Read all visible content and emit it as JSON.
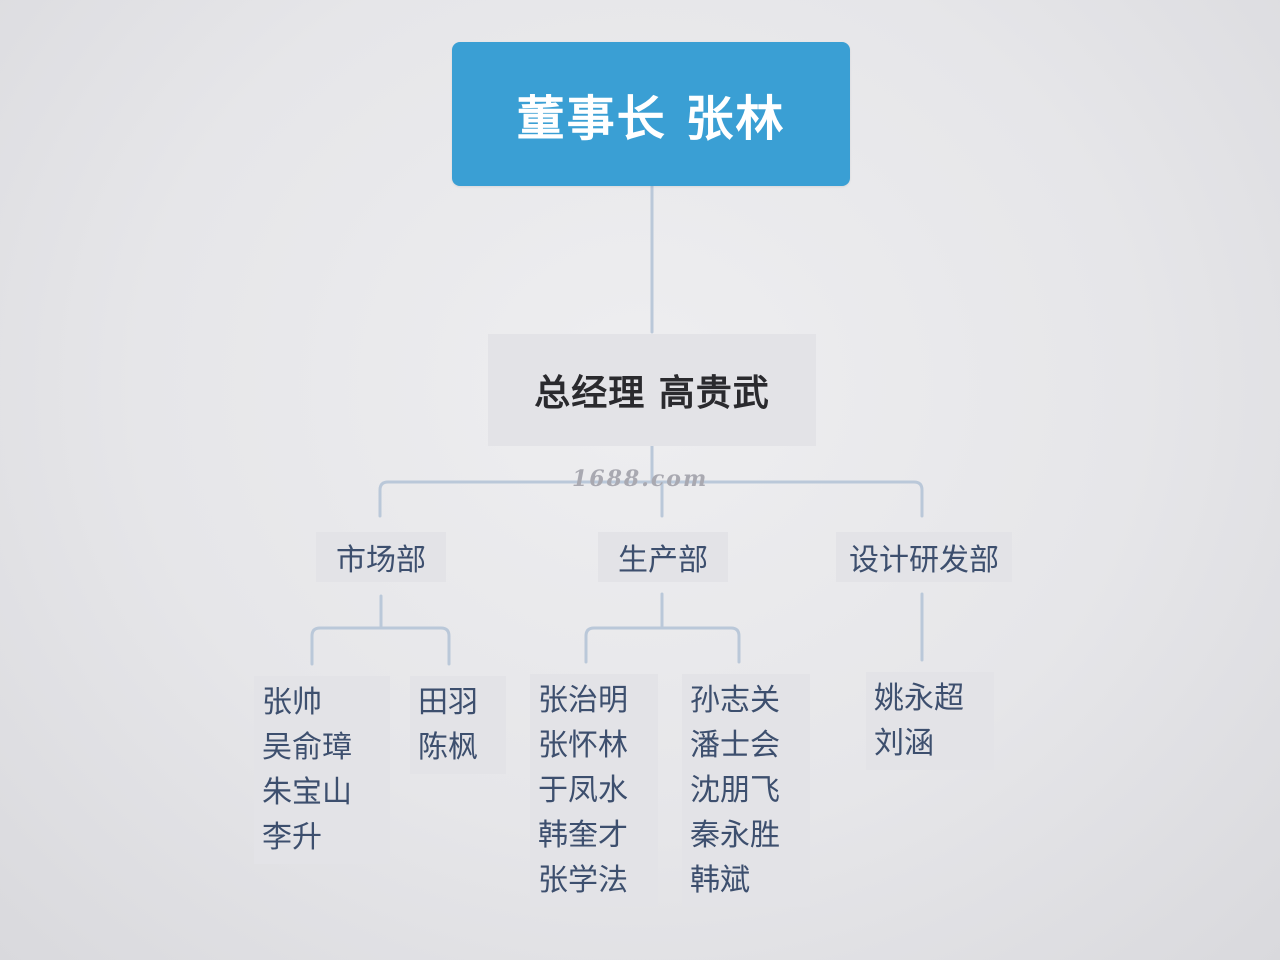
{
  "chairman": {
    "label": "董事长 张林"
  },
  "general_manager": {
    "label": "总经理 高贵武"
  },
  "watermark": "1688.com",
  "colors": {
    "chairman_fill": "#3a9fd4",
    "connector": "#bac8d9",
    "dept_text": "#3d4f6e",
    "gm_text": "#2a2a2e"
  },
  "departments": [
    {
      "name": "市场部",
      "columns": [
        [
          "张帅",
          "吴俞璋",
          "朱宝山",
          "李升"
        ],
        [
          "田羽",
          "陈枫"
        ]
      ]
    },
    {
      "name": "生产部",
      "columns": [
        [
          "张治明",
          "张怀林",
          "于凤水",
          "韩奎才",
          "张学法"
        ],
        [
          "孙志关",
          "潘士会",
          "沈朋飞",
          "秦永胜",
          "韩斌"
        ]
      ]
    },
    {
      "name": "设计研发部",
      "columns": [
        [
          "姚永超",
          "刘涵"
        ]
      ]
    }
  ]
}
